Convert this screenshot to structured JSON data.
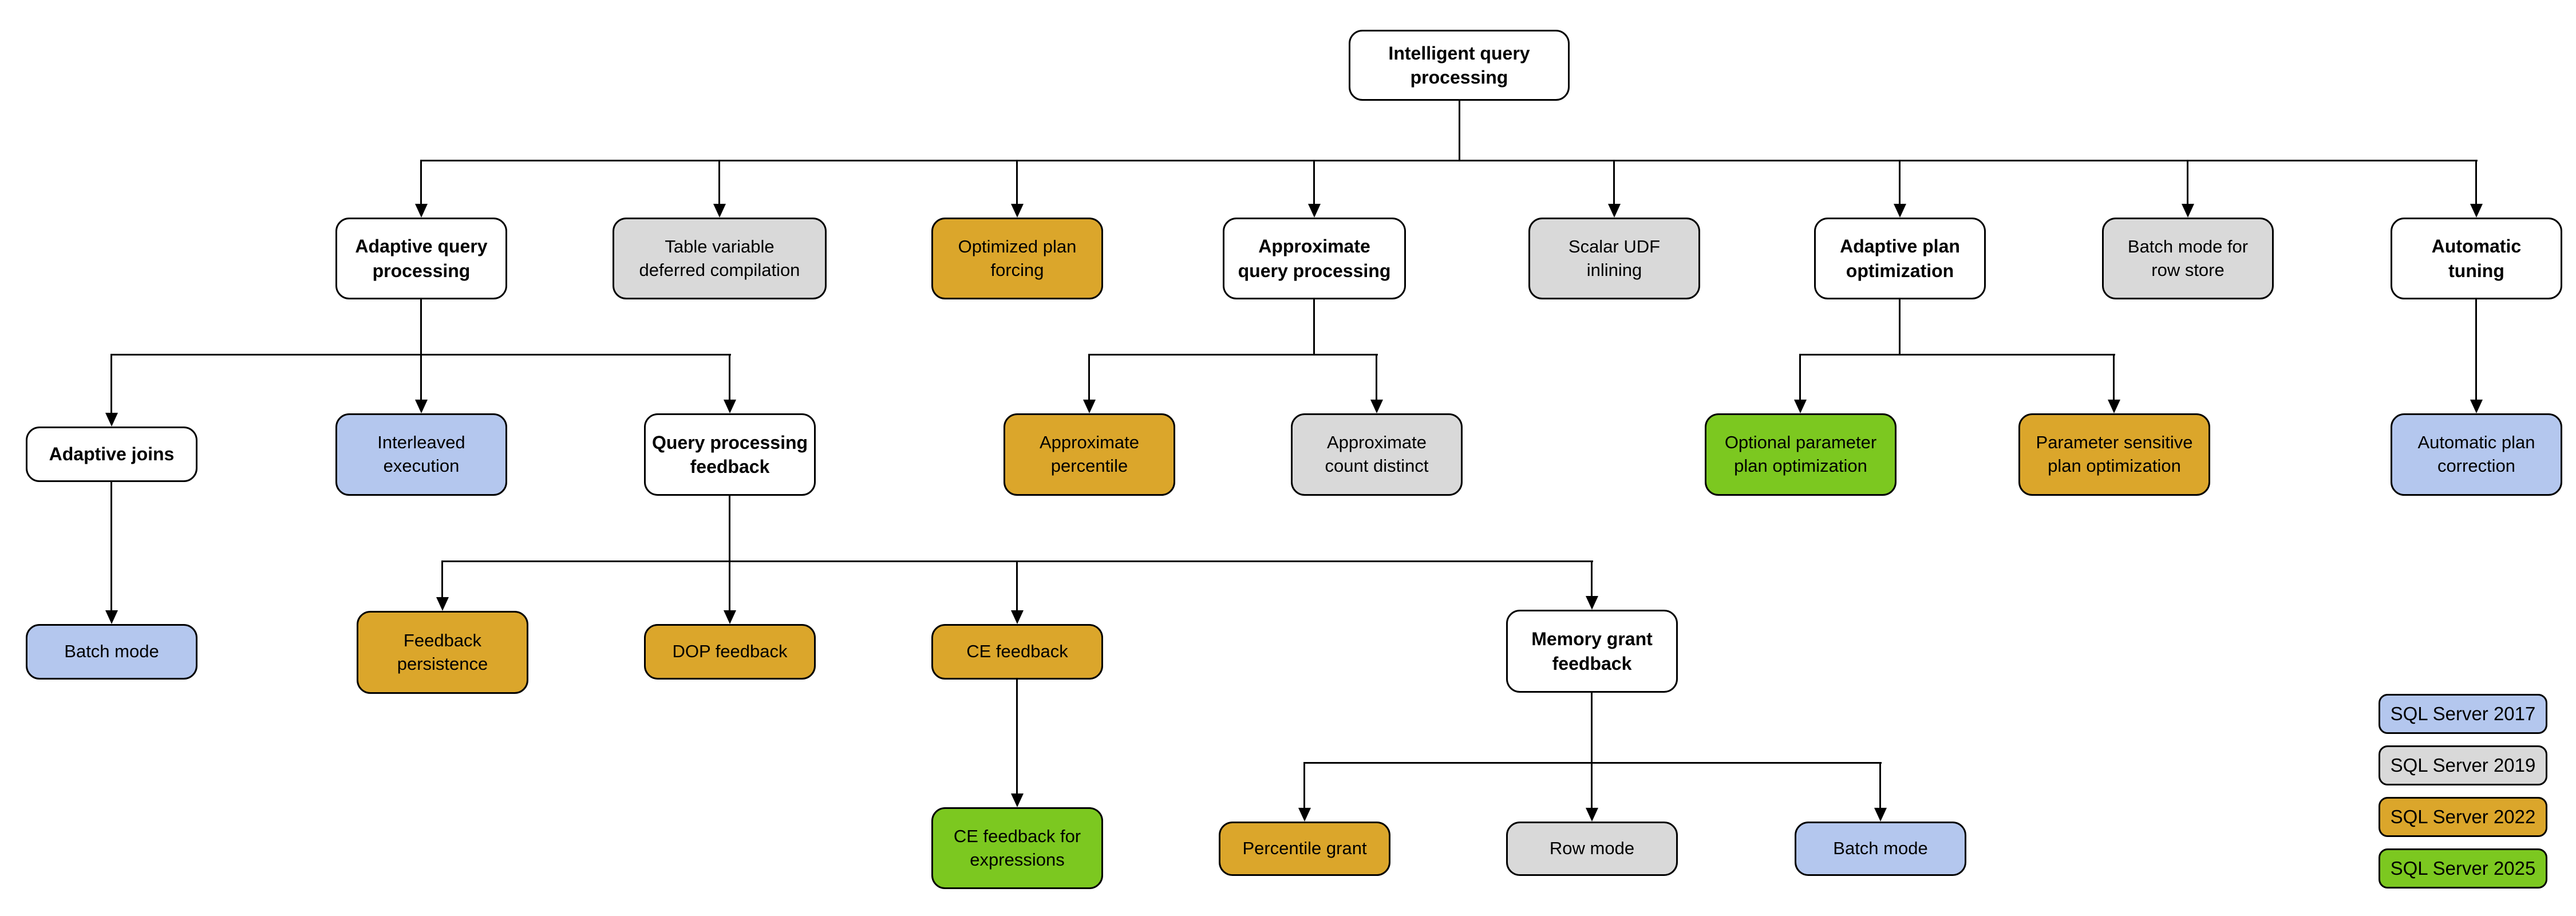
{
  "diagram_title": "Intelligent query processing",
  "colors": {
    "white": "#ffffff",
    "sql2017_blue": "#b4c7ee",
    "sql2019_gray": "#d9d9d9",
    "sql2022_gold": "#dba62b",
    "sql2025_green": "#7cc820",
    "border": "#000000",
    "line": "#000000"
  },
  "nodes": {
    "root": {
      "label": "Intelligent query\nprocessing"
    },
    "adaptive_query_processing": {
      "label": "Adaptive query\nprocessing"
    },
    "table_variable_deferred_compilation": {
      "label": "Table variable\ndeferred compilation"
    },
    "optimized_plan_forcing": {
      "label": "Optimized plan\nforcing"
    },
    "approximate_query_processing": {
      "label": "Approximate\nquery processing"
    },
    "scalar_udf_inlining": {
      "label": "Scalar UDF\ninlining"
    },
    "adaptive_plan_optimization": {
      "label": "Adaptive plan\noptimization"
    },
    "batch_mode_row_store": {
      "label": "Batch mode for\nrow store"
    },
    "automatic_tuning": {
      "label": "Automatic\ntuning"
    },
    "adaptive_joins": {
      "label": "Adaptive joins"
    },
    "interleaved_execution": {
      "label": "Interleaved\nexecution"
    },
    "query_processing_feedback": {
      "label": "Query processing\nfeedback"
    },
    "approximate_percentile": {
      "label": "Approximate\npercentile"
    },
    "approximate_count_distinct": {
      "label": "Approximate\ncount distinct"
    },
    "optional_parameter_plan_optimization": {
      "label": "Optional parameter\nplan optimization"
    },
    "parameter_sensitive_plan_optimization": {
      "label": "Parameter sensitive\nplan optimization"
    },
    "automatic_plan_correction": {
      "label": "Automatic plan\ncorrection"
    },
    "batch_mode_adaptive_joins": {
      "label": "Batch mode"
    },
    "feedback_persistence": {
      "label": "Feedback\npersistence"
    },
    "dop_feedback": {
      "label": "DOP feedback"
    },
    "ce_feedback": {
      "label": "CE feedback"
    },
    "memory_grant_feedback": {
      "label": "Memory grant\nfeedback"
    },
    "ce_feedback_for_expressions": {
      "label": "CE feedback for\nexpressions"
    },
    "percentile_grant": {
      "label": "Percentile grant"
    },
    "row_mode": {
      "label": "Row mode"
    },
    "batch_mode_memory_grant": {
      "label": "Batch mode"
    }
  },
  "legend": {
    "items": [
      {
        "label": "SQL Server 2017",
        "color_key": "sql2017_blue"
      },
      {
        "label": "SQL Server 2019",
        "color_key": "sql2019_gray"
      },
      {
        "label": "SQL Server 2022",
        "color_key": "sql2022_gold"
      },
      {
        "label": "SQL Server 2025",
        "color_key": "sql2025_green"
      }
    ]
  }
}
